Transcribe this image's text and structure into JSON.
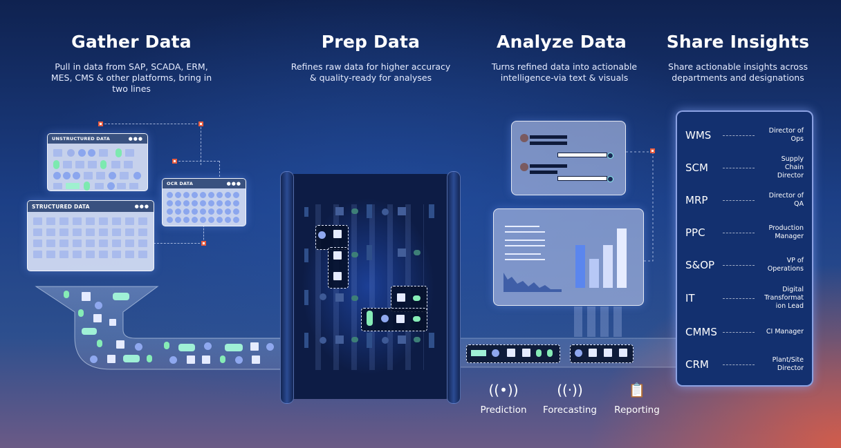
{
  "stages": [
    {
      "title": "Gather Data",
      "description": "Pull in data from SAP, SCADA, ERM, MES, CMS & other platforms, bring in two lines"
    },
    {
      "title": "Prep Data",
      "description": "Refines raw data for higher accuracy & quality-ready for analyses"
    },
    {
      "title": "Analyze Data",
      "description": "Turns refined data into actionable intelligence-via text & visuals"
    },
    {
      "title": "Share Insights",
      "description": "Share actionable insights across departments and designations"
    }
  ],
  "windows": {
    "unstructured": "UNSTRUCTURED DATA",
    "ocr": "OCR DATA",
    "structured": "STRUCTURED DATA",
    "dots": "●●●"
  },
  "share": [
    {
      "code": "WMS",
      "role": "Director of Ops"
    },
    {
      "code": "SCM",
      "role": "Supply Chain Director"
    },
    {
      "code": "MRP",
      "role": "Director of QA"
    },
    {
      "code": "PPC",
      "role": "Production Manager"
    },
    {
      "code": "S&OP",
      "role": "VP of Operations"
    },
    {
      "code": "IT",
      "role": "Digital Transformat ion Lead"
    },
    {
      "code": "CMMS",
      "role": "CI Manager"
    },
    {
      "code": "CRM",
      "role": "Plant/Site Director"
    }
  ],
  "features": [
    {
      "label": "Prediction",
      "icon": "lightbulb-signal-icon"
    },
    {
      "label": "Forecasting",
      "icon": "broadcast-icon"
    },
    {
      "label": "Reporting",
      "icon": "clipboard-icon"
    }
  ],
  "colors": {
    "accent_orange": "#e85c3f",
    "mint": "#86ecb6",
    "periwinkle": "#8fa8ef",
    "card_navy": "#13306f"
  }
}
